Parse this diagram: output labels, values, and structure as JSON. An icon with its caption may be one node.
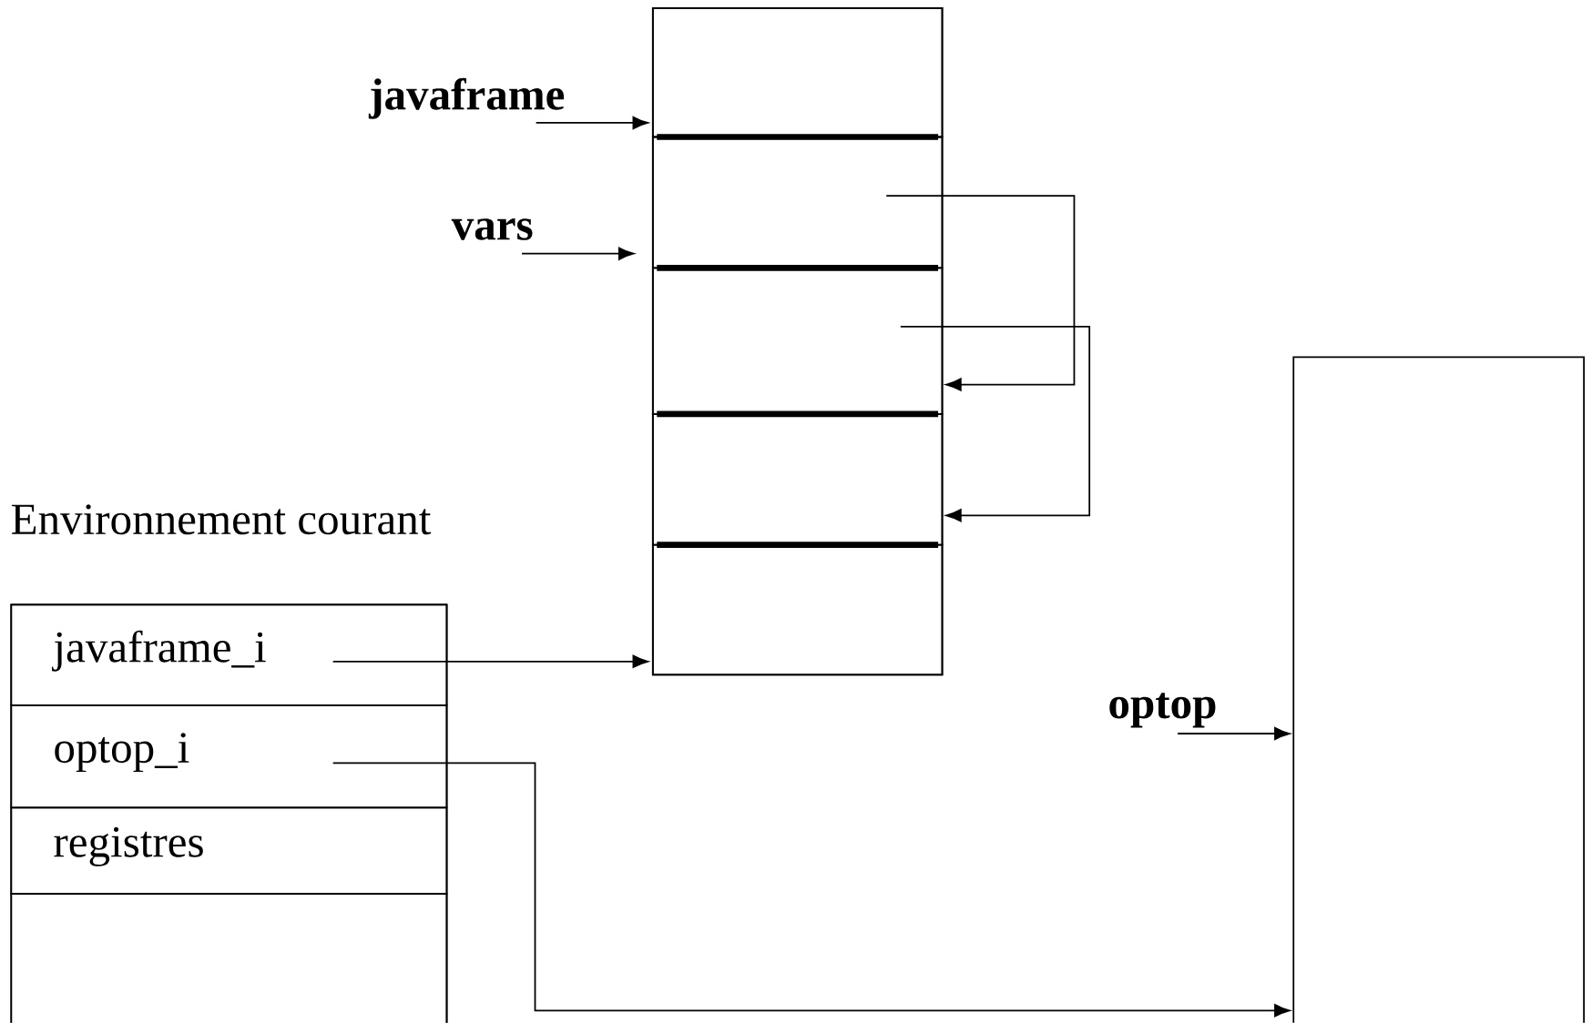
{
  "diagram": {
    "nodes": [
      {
        "text": [],
        "shape": "box"
      },
      {
        "text": [],
        "shape": "box",
        "in": 0
      },
      {
        "text": [],
        "shape": "box",
        "in": 0
      },
      {
        "text": [],
        "shape": "box",
        "in": 0
      },
      {
        "text": [],
        "shape": "box",
        "in": 0
      },
      {
        "text": [],
        "shape": "box",
        "in": 0
      },
      {
        "text": [
          "javaframe"
        ]
      },
      {
        "text": [
          "vars"
        ]
      },
      {
        "text": [
          "Environnement courant"
        ]
      },
      {
        "text": [
          "javaframe_i"
        ],
        "in": 8
      },
      {
        "text": [
          "optop_i"
        ],
        "in": 8
      },
      {
        "text": [
          "registres"
        ],
        "in": 8
      },
      {
        "text": [],
        "shape": "box",
        "in": 8
      },
      {
        "text": [],
        "shape": "box"
      },
      {
        "text": [
          "optop"
        ]
      }
    ],
    "edges": [
      {
        "from": 6,
        "to": 1,
        "arrow": "to"
      },
      {
        "from": 7,
        "to": 2,
        "arrow": "to"
      },
      {
        "from": 2,
        "to": 3,
        "arrow": "to"
      },
      {
        "from": 3,
        "to": 4,
        "arrow": "to"
      },
      {
        "from": 9,
        "to": 5,
        "arrow": "to"
      },
      {
        "from": 10,
        "to": 13,
        "arrow": "to"
      },
      {
        "from": 14,
        "to": 13,
        "arrow": "to"
      }
    ]
  }
}
